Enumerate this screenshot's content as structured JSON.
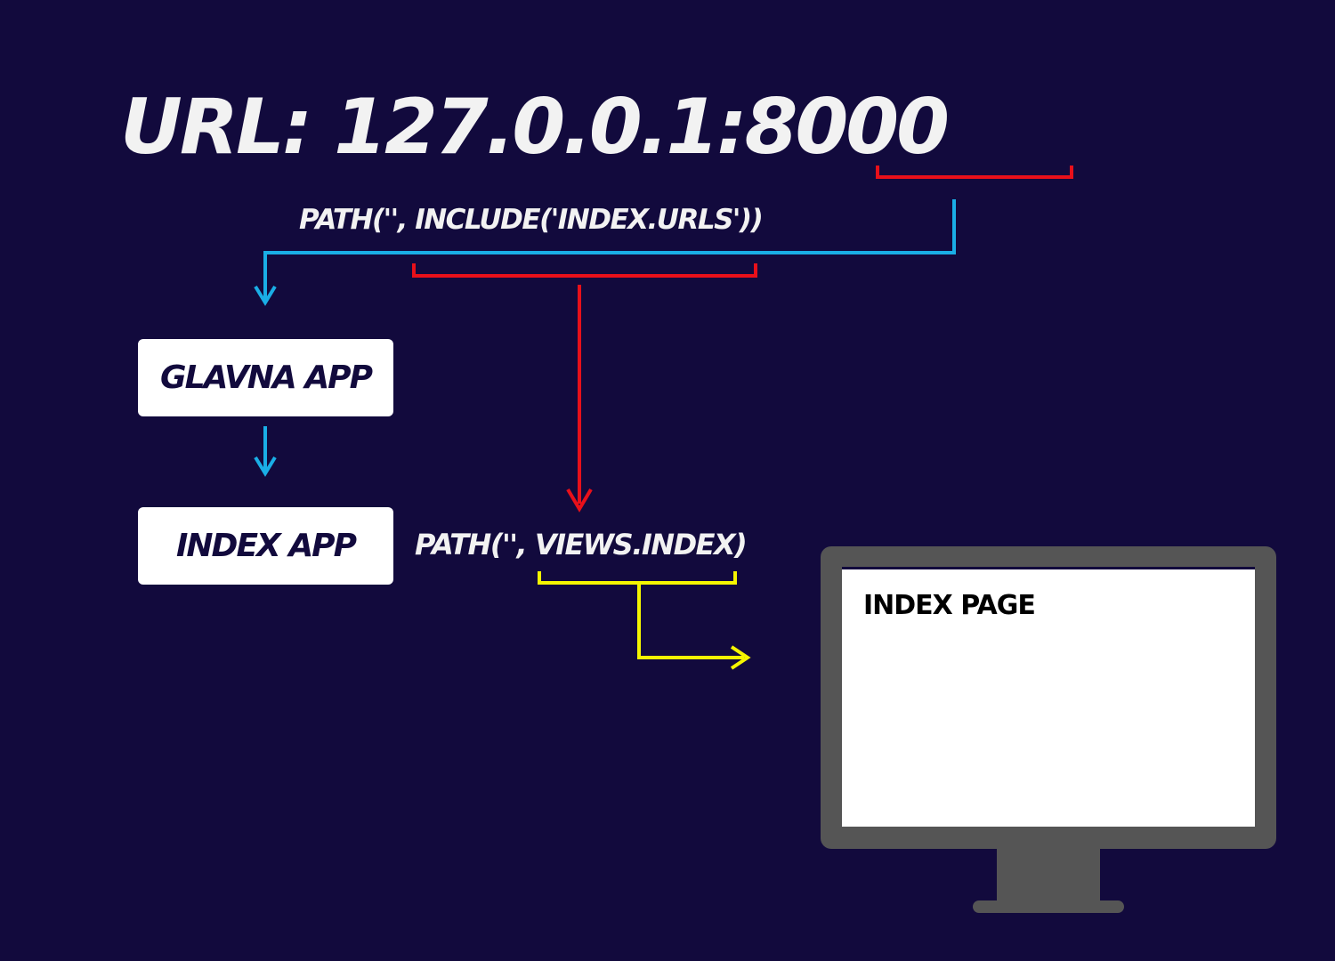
{
  "url_title": "URL: 127.0.0.1:8000",
  "path_include": "PATH('', INCLUDE('INDEX.URLS'))",
  "path_views": "PATH('', VIEWS.INDEX)",
  "boxes": {
    "glavna_app": "GLAVNA APP",
    "index_app": "INDEX APP"
  },
  "monitor": {
    "page_label": "INDEX PAGE"
  },
  "colors": {
    "background": "#120a3d",
    "text": "#f2f2f2",
    "red": "#e8101a",
    "blue": "#1aaee6",
    "yellow": "#f5f500",
    "monitor": "#555555"
  }
}
